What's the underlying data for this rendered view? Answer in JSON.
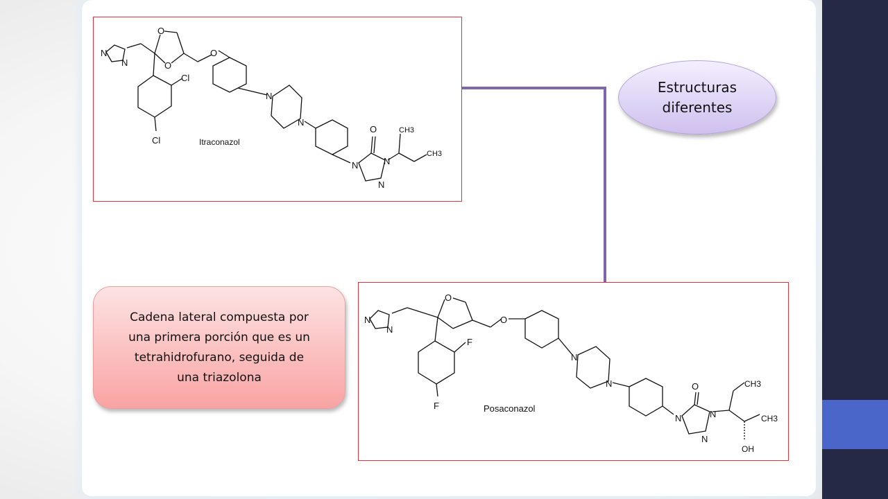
{
  "bubble": {
    "text": "Estructuras\ndiferentes"
  },
  "callout": {
    "text": "Cadena lateral compuesta por\nuna primera porción que es un\ntetrahidrofurano, seguida de\nuna triazolona"
  },
  "itraconazol": {
    "name": "Itraconazol",
    "atoms": {
      "n1": "N",
      "n2": "N",
      "o1": "O",
      "o2": "O",
      "o3": "O",
      "cl1": "Cl",
      "cl2": "Cl",
      "pipN1": "N",
      "pipN2": "N",
      "o4": "O",
      "n3": "N",
      "n4": "N",
      "n5": "N",
      "ch3a": "CH3",
      "ch3b": "CH3"
    }
  },
  "posaconazol": {
    "name": "Posaconazol",
    "atoms": {
      "n1": "N",
      "n2": "N",
      "o1": "O",
      "o3": "O",
      "f1": "F",
      "f2": "F",
      "pipN1": "N",
      "pipN2": "N",
      "o4": "O",
      "n3": "N",
      "n4": "N",
      "n5": "N",
      "ch3a": "CH3",
      "ch3b": "CH3",
      "oh": "OH"
    }
  },
  "colors": {
    "box_border": "#e0343c",
    "connector": "#8066aa",
    "sidebar": "#252945",
    "sidebar_accent": "#4a66c8",
    "bubble_fill": "#cfc0ee",
    "callout_fill": "#f9a3a3"
  }
}
